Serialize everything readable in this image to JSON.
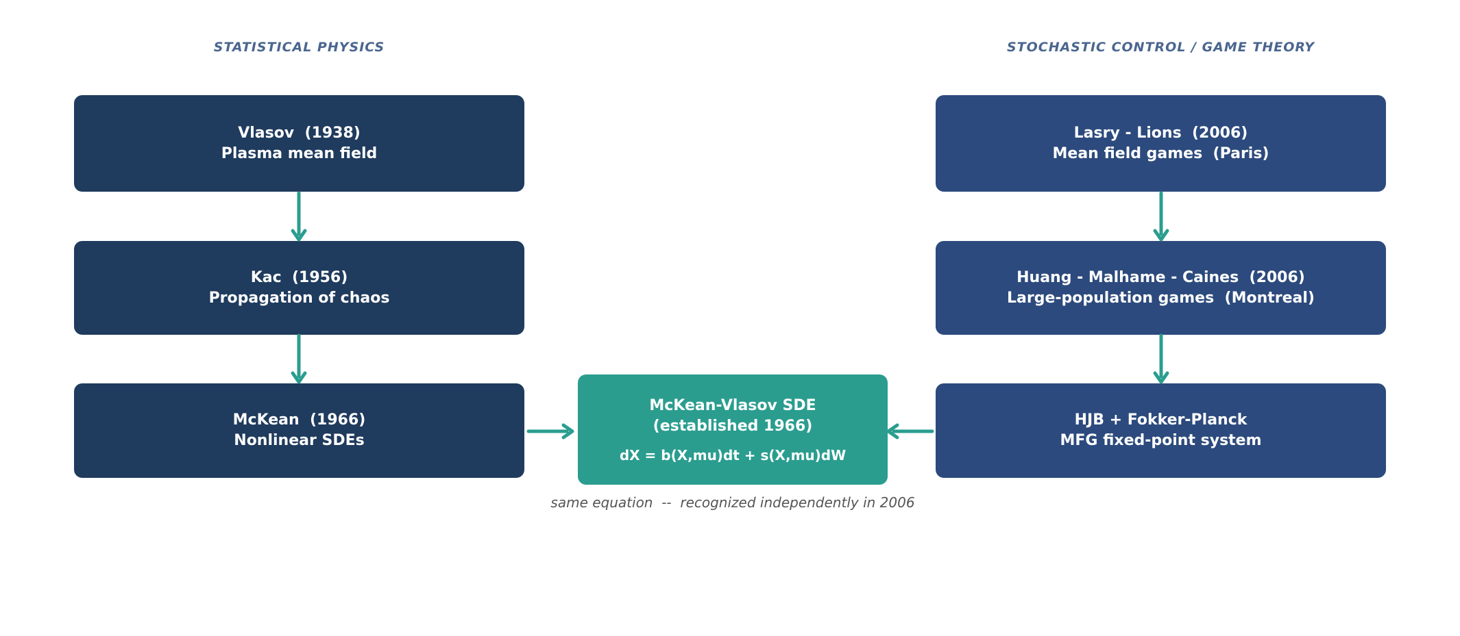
{
  "diagram": {
    "left_column": {
      "header": "STATISTICAL PHYSICS",
      "nodes": [
        {
          "id": "vlasov",
          "text": "Vlasov  (1938)\nPlasma mean field"
        },
        {
          "id": "kac",
          "text": "Kac  (1956)\nPropagation of chaos"
        },
        {
          "id": "mckean",
          "text": "McKean  (1966)\nNonlinear SDEs"
        }
      ]
    },
    "right_column": {
      "header": "STOCHASTIC CONTROL / GAME THEORY",
      "nodes": [
        {
          "id": "lasry-lions",
          "text": "Lasry - Lions  (2006)\nMean field games  (Paris)"
        },
        {
          "id": "huang-malhame-caines",
          "text": "Huang - Malhame - Caines  (2006)\nLarge-population games  (Montreal)"
        },
        {
          "id": "hjb-fokker-planck",
          "text": "HJB + Fokker-Planck\nMFG fixed-point system"
        }
      ]
    },
    "center_node": {
      "title": "McKean-Vlasov SDE\n(established 1966)",
      "equation": "dX = b(X,mu)dt + s(X,mu)dW"
    },
    "caption": "same equation  --  recognized independently in 2006",
    "colors": {
      "background": "#ffffff",
      "left_node_bg": "#1f3b5d",
      "right_node_bg": "#2c4a7d",
      "center_node_bg": "#2a9d8f",
      "arrow": "#2a9d8f",
      "header_text": "#4a668f",
      "caption_text": "#555555",
      "node_text": "#ffffff"
    }
  }
}
